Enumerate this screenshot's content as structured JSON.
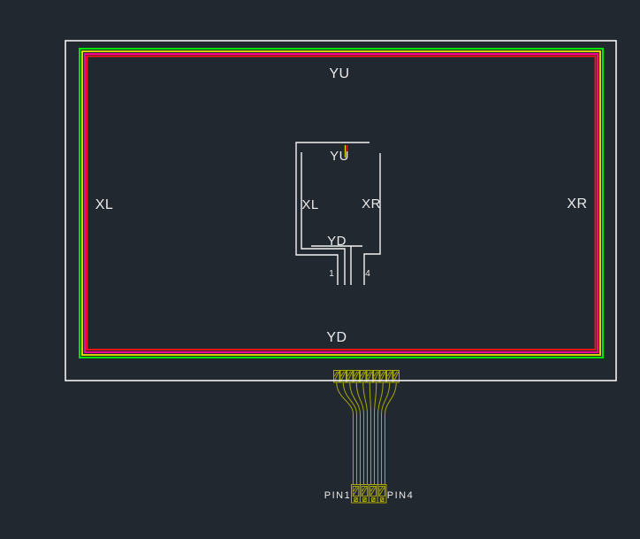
{
  "colors": {
    "background": "#222830",
    "white": "#f2f2f2",
    "green": "#00e400",
    "yellow": "#e6e600",
    "magenta": "#ff0096",
    "red": "#ff1414",
    "olive": "#a8a800",
    "text": "#ebebeb"
  },
  "panel": {
    "label_top": "YU",
    "label_left": "XL",
    "label_right": "XR",
    "label_bottom": "YD"
  },
  "detail": {
    "label_top": "YU",
    "label_left": "XL",
    "label_right": "XR",
    "label_bottom": "YD",
    "pin_first": "1",
    "pin_last": "4"
  },
  "tail": {
    "label_pin_left": "PIN1",
    "label_pin_right": "PIN4"
  }
}
